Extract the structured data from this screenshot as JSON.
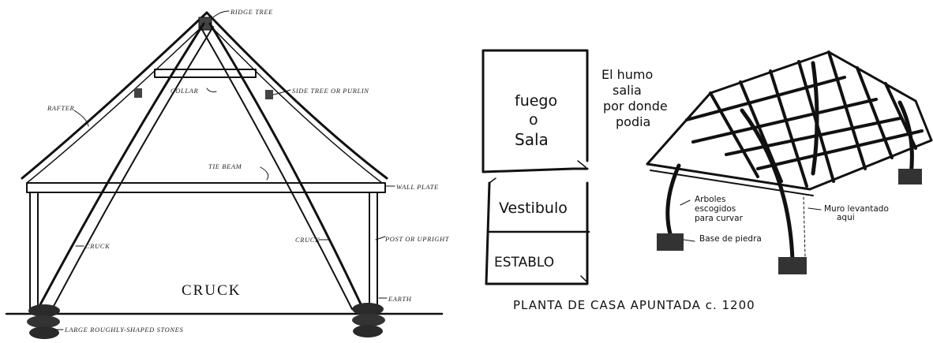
{
  "cruck": {
    "title": "CRUCK",
    "labels": {
      "ridge": "RIDGE TREE",
      "collar": "COLLAR",
      "side_tree": "SIDE TREE OR PURLIN",
      "rafter": "RAFTER",
      "tie_beam": "TIE BEAM",
      "wall_plate": "WALL PLATE",
      "cruck_left": "CRUCK",
      "cruck_right": "CRUCK",
      "post": "POST OR UPRIGHT",
      "earth": "EARTH",
      "stones": "LARGE ROUGHLY-SHAPED STONES"
    }
  },
  "plan": {
    "rooms": {
      "fuego_1": "fuego",
      "fuego_2": "o",
      "fuego_3": "Sala",
      "vestibulo": "Vestibulo",
      "establo": "ESTABLO"
    },
    "smoke_note": [
      "El humo",
      "salia",
      "por donde",
      "podia"
    ],
    "caption": "PLANTA DE CASA APUNTADA c. 1200"
  },
  "frame": {
    "labels": {
      "trees_1": "Arboles",
      "trees_2": "escogidos",
      "trees_3": "para curvar",
      "wall_1": "Muro levantado",
      "wall_2": "aqui",
      "base": "Base de piedra"
    }
  }
}
